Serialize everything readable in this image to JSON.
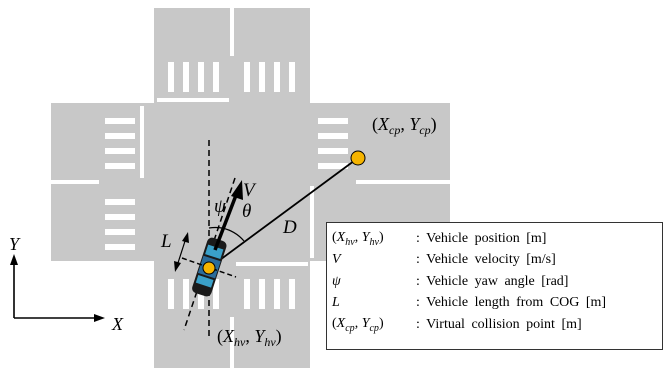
{
  "diagram": {
    "collision_point": {
      "X": "X",
      "Y": "Y",
      "sub": "cp"
    },
    "host_vehicle_label": {
      "X": "X",
      "Y": "Y",
      "sub": "hv"
    },
    "labels": {
      "psi": "ψ",
      "V": "V",
      "theta": "θ",
      "D": "D",
      "L": "L"
    },
    "axes": {
      "x": "X",
      "y": "Y"
    }
  },
  "legend": {
    "rows": [
      {
        "sym": "X",
        "sym2": "Y",
        "sub": "hv",
        "desc": ": Vehicle position [m]"
      },
      {
        "sym": "V",
        "desc": ": Vehicle velocity [m/s]"
      },
      {
        "sym": "ψ",
        "desc": ": Vehicle yaw angle [rad]"
      },
      {
        "sym": "L",
        "desc": ": Vehicle length from COG [m]"
      },
      {
        "sym": "X",
        "sym2": "Y",
        "sub": "cp",
        "desc": ": Virtual collision point [m]"
      }
    ]
  },
  "colors": {
    "road": "#c8c8c8",
    "marking": "#ffffff",
    "car_body": "#1a1a1a",
    "car_glass": "#3aa0c8",
    "cog": "#f5b400"
  }
}
